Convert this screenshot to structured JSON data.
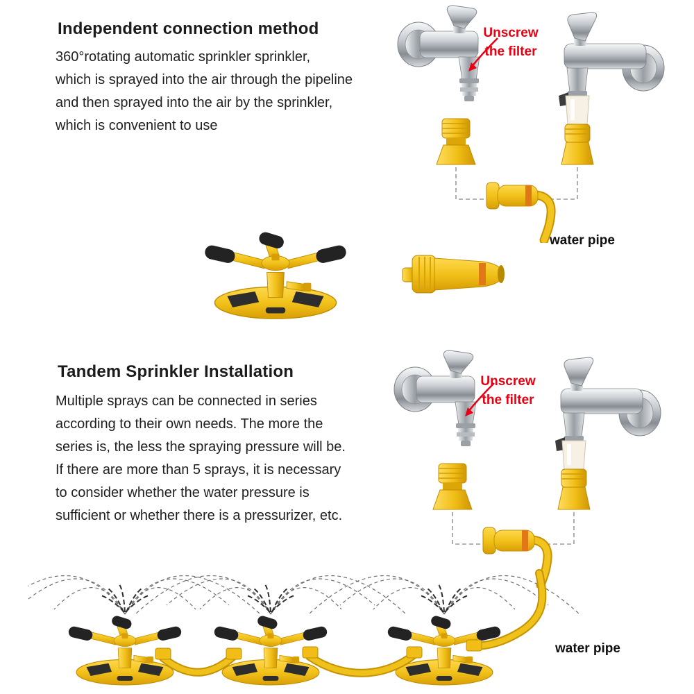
{
  "page": {
    "background": "#ffffff"
  },
  "colors": {
    "callout_red": "#e60012",
    "heading": "#1b1b1b",
    "body": "#202020",
    "product_yellow": "#f2c21a",
    "pipe_yellow": "#e9b912",
    "chrome_gray": "#b9bdc2",
    "spray_gray": "#5f5f5f"
  },
  "sections": {
    "independent": {
      "title": "Independent connection method",
      "body": "360°rotating automatic sprinkler sprinkler,\nwhich is sprayed into the air through the pipeline\nand then sprayed into the air by the sprinkler,\nwhich is convenient to use",
      "callout": "Unscrew\nthe filter",
      "pipe_label": "water pipe"
    },
    "tandem": {
      "title": "Tandem Sprinkler Installation",
      "body": "Multiple sprays can be connected in series\naccording to their own needs. The more the\nseries is, the less the spraying pressure will be.\nIf there are more than 5 sprays, it is necessary\nto consider whether the water pressure is\nsufficient or whether there is a pressurizer, etc.",
      "callout": "Unscrew\nthe filter",
      "pipe_label": "water pipe"
    }
  },
  "illustrations": {
    "faucet_diagram": "dual-faucets-with-tap-connectors",
    "single_sprinkler": "three-arm-rotating-sprinkler",
    "quick_connector": "hose-quick-connector",
    "tandem_scene": "three-sprinklers-connected-in-series"
  }
}
